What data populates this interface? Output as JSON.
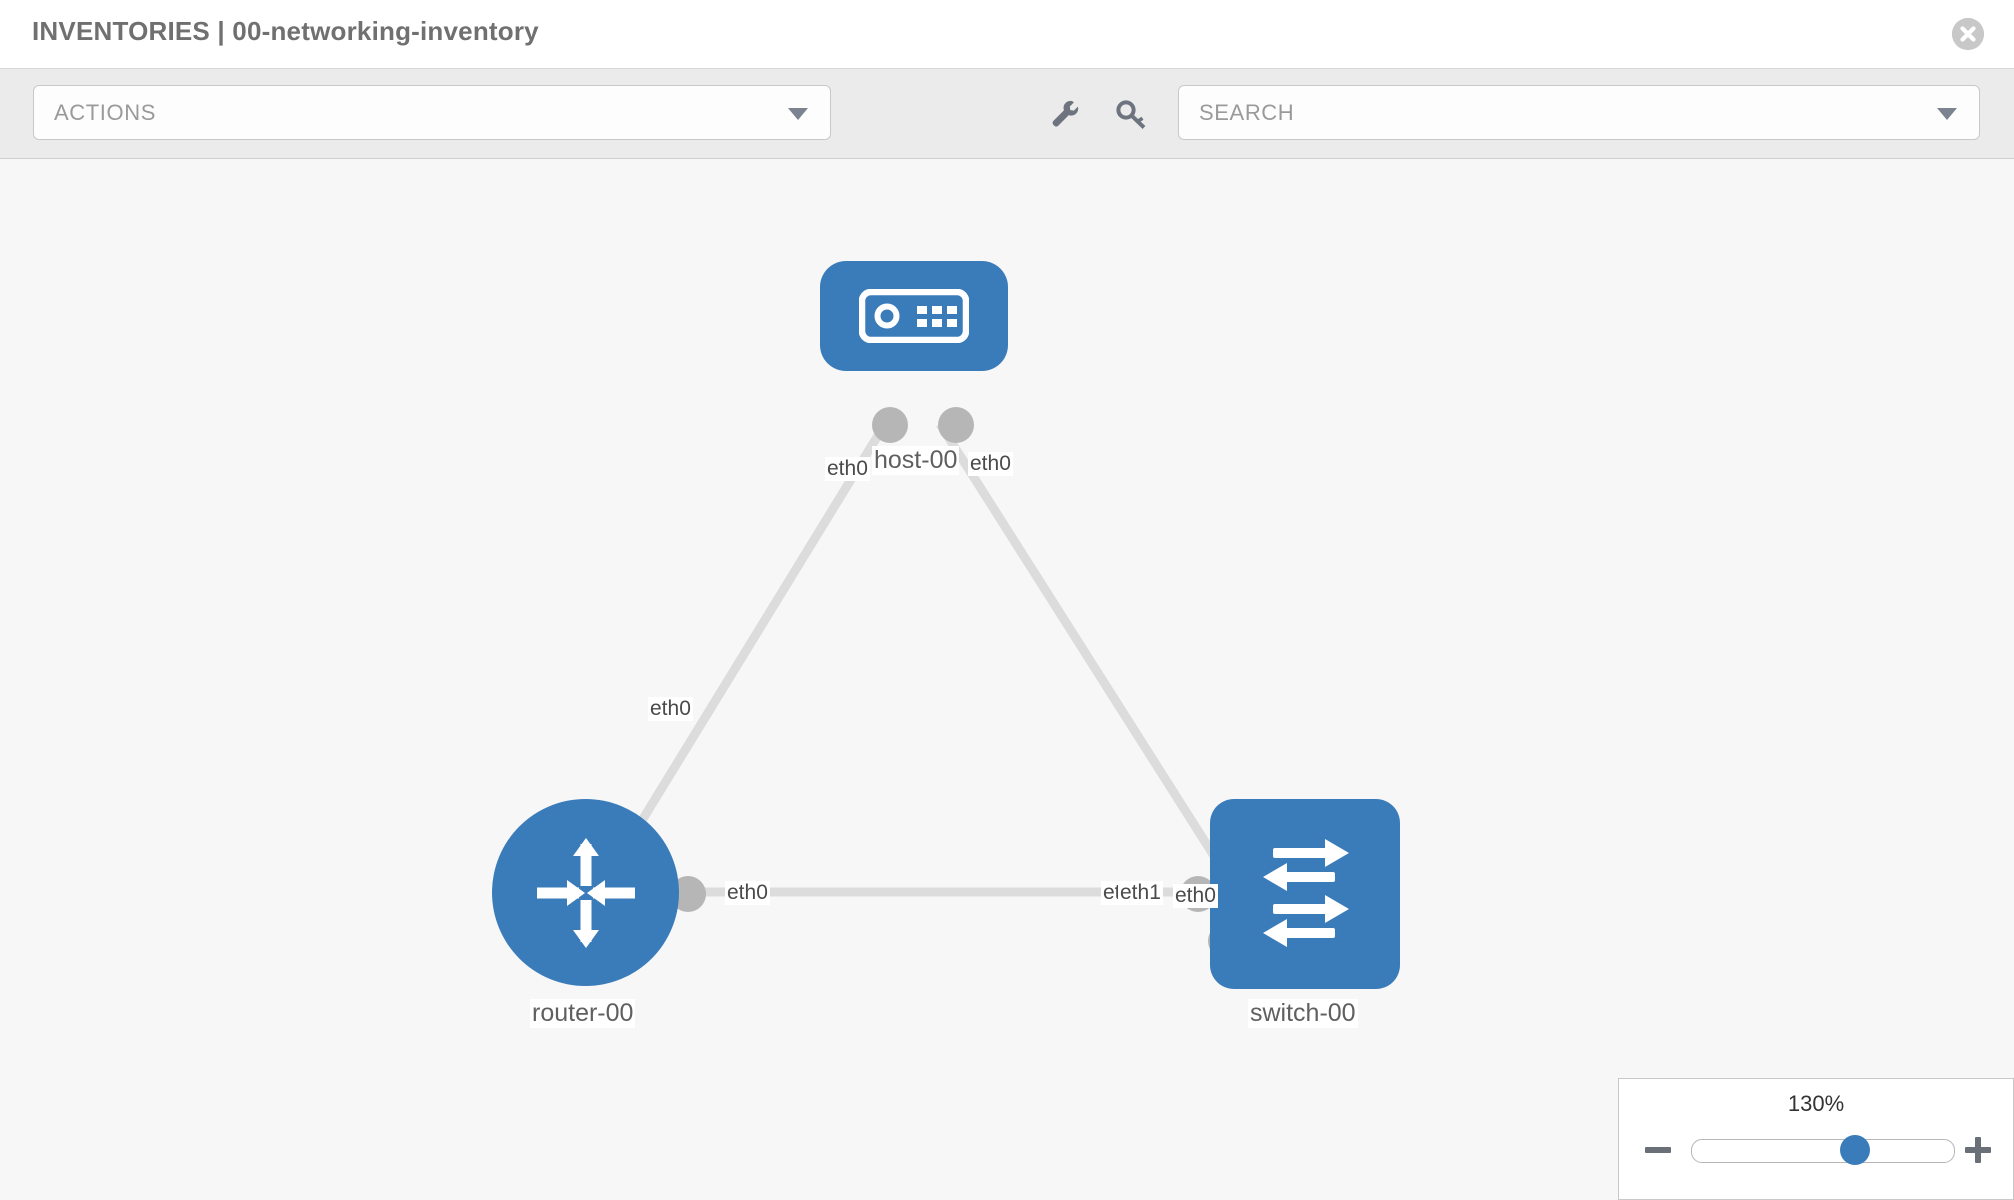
{
  "header": {
    "title": "INVENTORIES | 00-networking-inventory",
    "close_icon": "close-circle-icon"
  },
  "toolbar": {
    "actions_label": "ACTIONS",
    "actions_caret_icon": "chevron-down-icon",
    "wrench_icon": "wrench-icon",
    "key_icon": "key-icon",
    "search_placeholder": "SEARCH",
    "search_caret_icon": "chevron-down-icon"
  },
  "topology": {
    "nodes": [
      {
        "id": "host-00",
        "label": "host-00",
        "type": "host",
        "icon": "server-appliance-icon",
        "shape": "rounded-rect",
        "color": "#3a7cba"
      },
      {
        "id": "router-00",
        "label": "router-00",
        "type": "router",
        "icon": "router-arrows-icon",
        "shape": "circle",
        "color": "#3a7cba"
      },
      {
        "id": "switch-00",
        "label": "switch-00",
        "type": "switch",
        "icon": "switch-arrows-icon",
        "shape": "rounded-square",
        "color": "#3a7cba"
      }
    ],
    "interfaces": {
      "host_left": "eth0",
      "host_right": "eth0",
      "router_up": "eth0",
      "router_right": "eth0",
      "switch_up": "eth0",
      "switch_left_under": "eth",
      "switch_left": "eth1"
    },
    "links": [
      {
        "from": "host-00",
        "to": "router-00",
        "from_iface": "eth0",
        "to_iface": "eth0"
      },
      {
        "from": "host-00",
        "to": "switch-00",
        "from_iface": "eth0",
        "to_iface": "eth0"
      },
      {
        "from": "router-00",
        "to": "switch-00",
        "from_iface": "eth0",
        "to_iface": "eth1"
      }
    ],
    "link_color": "#dcdcdc"
  },
  "zoom_control": {
    "value": "130%",
    "minus_icon": "minus-icon",
    "plus_icon": "plus-icon"
  }
}
